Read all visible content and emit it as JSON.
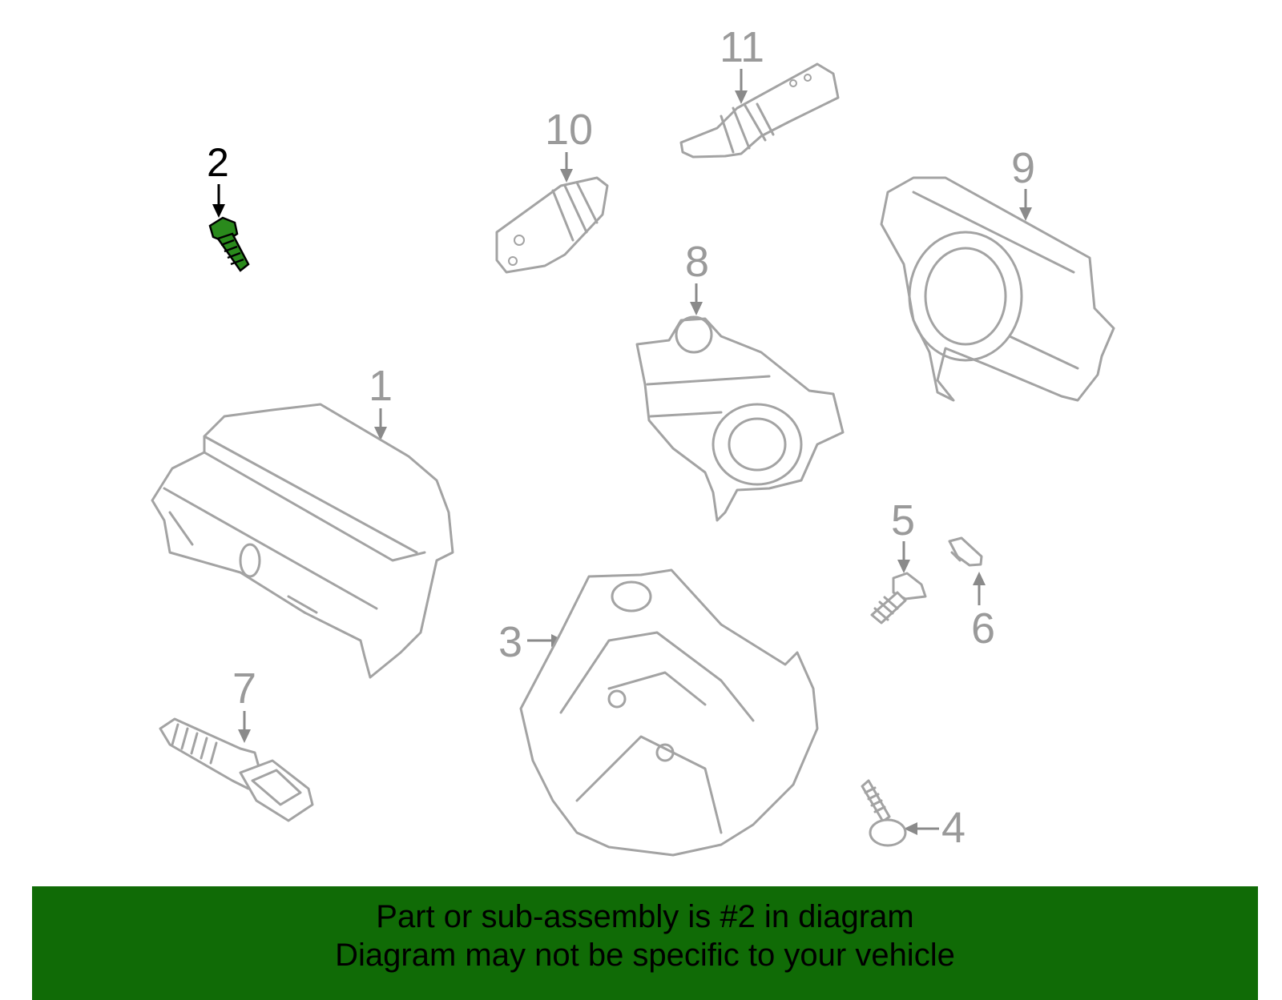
{
  "callouts": {
    "c1": "1",
    "c2": "2",
    "c3": "3",
    "c4": "4",
    "c5": "5",
    "c6": "6",
    "c7": "7",
    "c8": "8",
    "c9": "9",
    "c10": "10",
    "c11": "11"
  },
  "highlighted_part": "2",
  "colors": {
    "highlight": "#1f7a14",
    "banner": "#106b06",
    "line_art": "#a3a3a3"
  },
  "banner": {
    "line1": "Part or sub-assembly is #2 in diagram",
    "line2": "Diagram may not be specific to your vehicle"
  }
}
